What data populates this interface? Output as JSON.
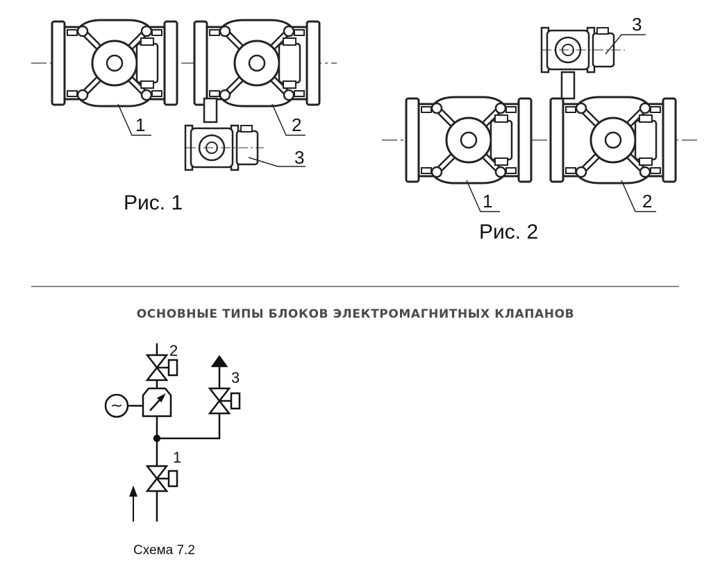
{
  "figure1": {
    "caption": "Рис. 1",
    "labels": [
      "1",
      "2",
      "3"
    ]
  },
  "figure2": {
    "caption": "Рис. 2",
    "labels": [
      "1",
      "2",
      "3"
    ]
  },
  "section_heading": "ОСНОВНЫЕ ТИПЫ БЛОКОВ ЭЛЕКТРОМАГНИТНЫХ КЛАПАНОВ",
  "schema": {
    "caption": "Схема 7.2",
    "labels": [
      "1",
      "2",
      "3"
    ],
    "generator_symbol": "~"
  }
}
